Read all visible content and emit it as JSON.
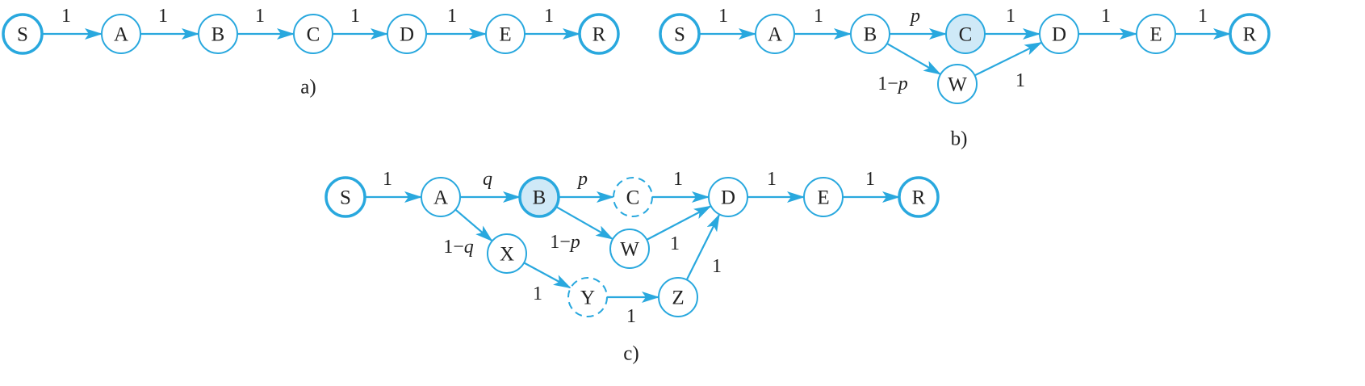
{
  "colors": {
    "accent": "#29a8de",
    "highlight_fill": "#cfe9f7",
    "text": "#222222"
  },
  "panels": [
    {
      "caption": "a)",
      "nodes": [
        {
          "id": "S",
          "label": "S",
          "style": "endpoint"
        },
        {
          "id": "A",
          "label": "A",
          "style": "normal"
        },
        {
          "id": "B",
          "label": "B",
          "style": "normal"
        },
        {
          "id": "C",
          "label": "C",
          "style": "normal"
        },
        {
          "id": "D",
          "label": "D",
          "style": "normal"
        },
        {
          "id": "E",
          "label": "E",
          "style": "normal"
        },
        {
          "id": "R",
          "label": "R",
          "style": "endpoint"
        }
      ],
      "edges": [
        {
          "from": "S",
          "to": "A",
          "label": "1"
        },
        {
          "from": "A",
          "to": "B",
          "label": "1"
        },
        {
          "from": "B",
          "to": "C",
          "label": "1"
        },
        {
          "from": "C",
          "to": "D",
          "label": "1"
        },
        {
          "from": "D",
          "to": "E",
          "label": "1"
        },
        {
          "from": "E",
          "to": "R",
          "label": "1"
        }
      ]
    },
    {
      "caption": "b)",
      "nodes": [
        {
          "id": "S",
          "label": "S",
          "style": "endpoint"
        },
        {
          "id": "A",
          "label": "A",
          "style": "normal"
        },
        {
          "id": "B",
          "label": "B",
          "style": "normal"
        },
        {
          "id": "C",
          "label": "C",
          "style": "highlight"
        },
        {
          "id": "W",
          "label": "W",
          "style": "normal"
        },
        {
          "id": "D",
          "label": "D",
          "style": "normal"
        },
        {
          "id": "E",
          "label": "E",
          "style": "normal"
        },
        {
          "id": "R",
          "label": "R",
          "style": "endpoint"
        }
      ],
      "edges": [
        {
          "from": "S",
          "to": "A",
          "label": "1"
        },
        {
          "from": "A",
          "to": "B",
          "label": "1"
        },
        {
          "from": "B",
          "to": "C",
          "label": "p",
          "italic": true
        },
        {
          "from": "B",
          "to": "W",
          "label": "1−p",
          "italic_part": "p"
        },
        {
          "from": "C",
          "to": "D",
          "label": "1"
        },
        {
          "from": "W",
          "to": "D",
          "label": "1"
        },
        {
          "from": "D",
          "to": "E",
          "label": "1"
        },
        {
          "from": "E",
          "to": "R",
          "label": "1"
        }
      ]
    },
    {
      "caption": "c)",
      "nodes": [
        {
          "id": "S",
          "label": "S",
          "style": "endpoint"
        },
        {
          "id": "A",
          "label": "A",
          "style": "normal"
        },
        {
          "id": "B",
          "label": "B",
          "style": "endpoint-highlight"
        },
        {
          "id": "C",
          "label": "C",
          "style": "dashed"
        },
        {
          "id": "W",
          "label": "W",
          "style": "normal"
        },
        {
          "id": "X",
          "label": "X",
          "style": "normal"
        },
        {
          "id": "Y",
          "label": "Y",
          "style": "dashed"
        },
        {
          "id": "Z",
          "label": "Z",
          "style": "normal"
        },
        {
          "id": "D",
          "label": "D",
          "style": "normal"
        },
        {
          "id": "E",
          "label": "E",
          "style": "normal"
        },
        {
          "id": "R",
          "label": "R",
          "style": "endpoint"
        }
      ],
      "edges": [
        {
          "from": "S",
          "to": "A",
          "label": "1"
        },
        {
          "from": "A",
          "to": "B",
          "label": "q",
          "italic": true
        },
        {
          "from": "A",
          "to": "X",
          "label": "1−q",
          "italic_part": "q"
        },
        {
          "from": "B",
          "to": "C",
          "label": "p",
          "italic": true
        },
        {
          "from": "B",
          "to": "W",
          "label": "1−p",
          "italic_part": "p"
        },
        {
          "from": "C",
          "to": "D",
          "label": "1"
        },
        {
          "from": "W",
          "to": "D",
          "label": "1"
        },
        {
          "from": "X",
          "to": "Y",
          "label": "1"
        },
        {
          "from": "Y",
          "to": "Z",
          "label": "1"
        },
        {
          "from": "Z",
          "to": "D",
          "label": "1"
        },
        {
          "from": "D",
          "to": "E",
          "label": "1"
        },
        {
          "from": "E",
          "to": "R",
          "label": "1"
        }
      ]
    }
  ]
}
